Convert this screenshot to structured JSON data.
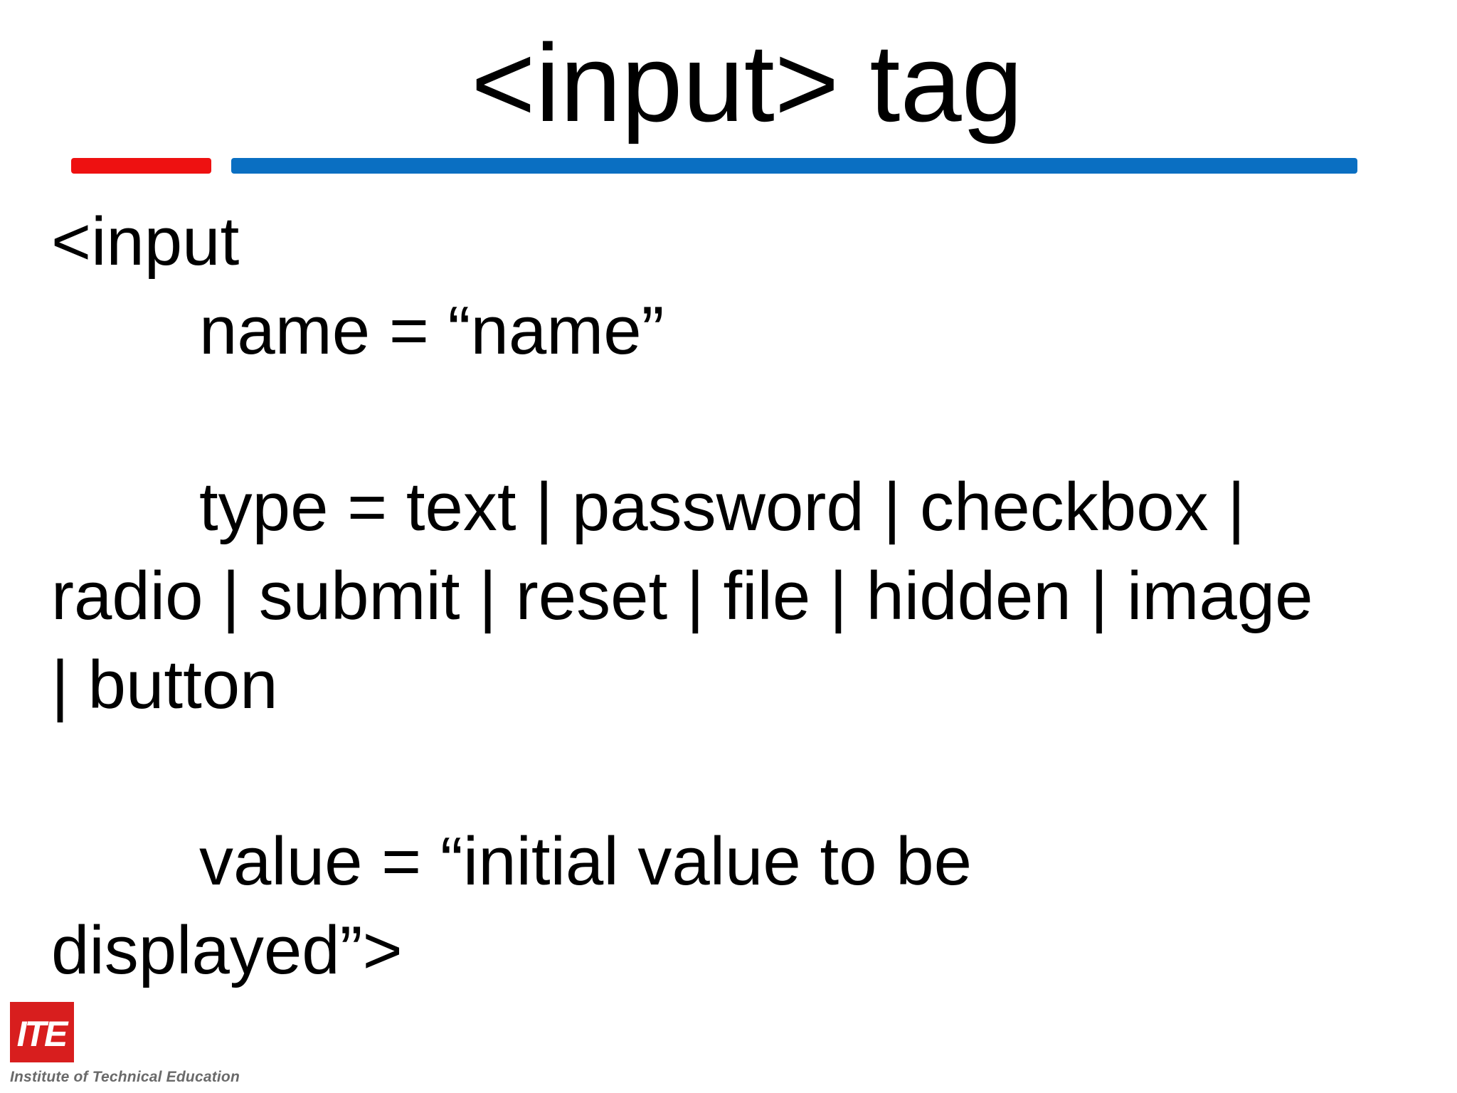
{
  "slide": {
    "title": "<input> tag",
    "accent_colors": {
      "red": "#ee1111",
      "blue": "#0a6fc2"
    }
  },
  "body": {
    "lines": [
      "<input",
      "name = “name”",
      "type = text | password | checkbox |",
      "radio | submit | reset | file | hidden | image",
      "| button",
      "value = “initial value to be",
      "displayed”>"
    ]
  },
  "logo": {
    "mark_text": "ITE",
    "brand_color": "#d81e1e",
    "caption": "Institute of Technical Education"
  }
}
